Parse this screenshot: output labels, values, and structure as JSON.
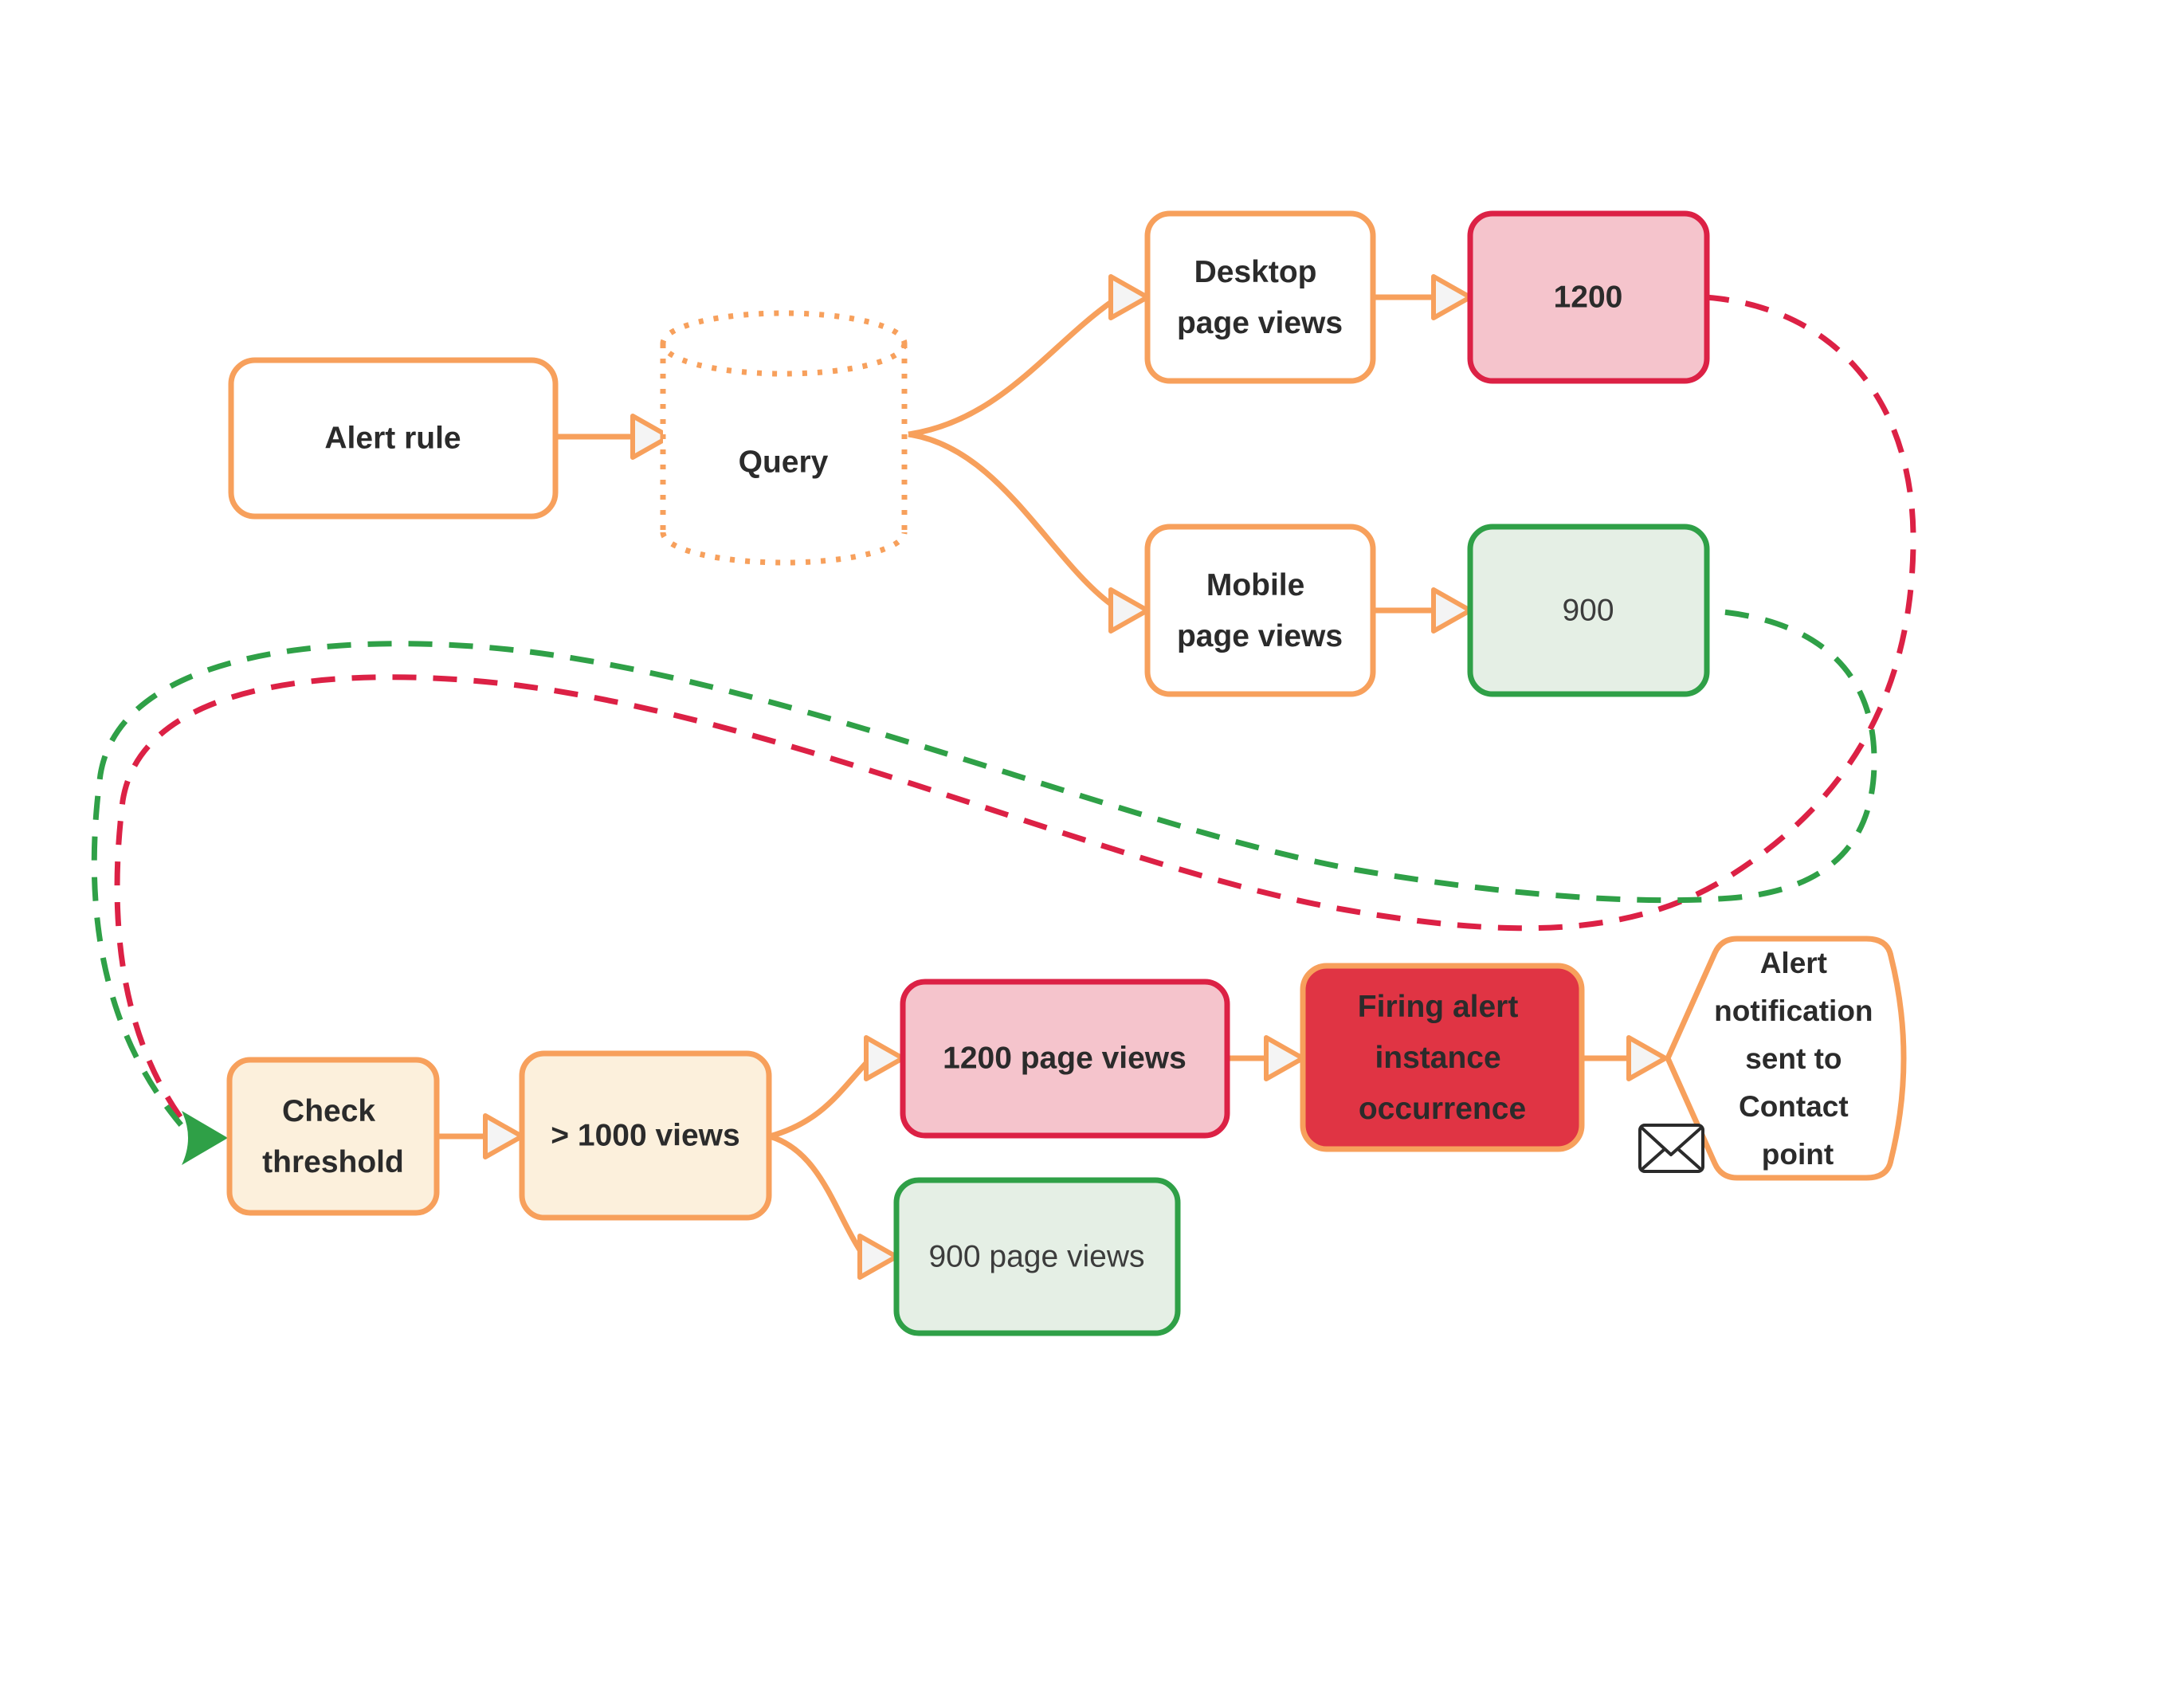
{
  "palette": {
    "background": "#ffffff",
    "orange": "#F7A05C",
    "crimson": "#DC2145",
    "pink": "#F5C4CC",
    "green": "#2FA047",
    "light_green": "#E5EFE5",
    "cream": "#FCF0DC",
    "firing_red": "#E03444",
    "ink": "#2B2B2B",
    "ink_soft": "#3C3C3C",
    "arrow_fill": "#F4F4F4",
    "icon_ink": "#2B2B2B"
  },
  "nodes": {
    "alert_rule": {
      "lines": [
        "Alert rule"
      ]
    },
    "query": {
      "lines": [
        "Query"
      ]
    },
    "desktop": {
      "lines": [
        "Desktop",
        "page views"
      ]
    },
    "desktop_value": {
      "lines": [
        "1200"
      ]
    },
    "mobile": {
      "lines": [
        "Mobile",
        "page views"
      ]
    },
    "mobile_value": {
      "lines": [
        "900"
      ]
    },
    "check_threshold": {
      "lines": [
        "Check",
        "threshold"
      ]
    },
    "condition": {
      "lines": [
        "> 1000 views"
      ]
    },
    "breach": {
      "lines": [
        "1200 page views"
      ]
    },
    "firing": {
      "lines": [
        "Firing alert",
        "instance",
        "occurrence"
      ]
    },
    "normal": {
      "lines": [
        "900 page views"
      ]
    },
    "notification": {
      "lines": [
        "Alert",
        "notification",
        "sent to",
        "Contact",
        "point"
      ]
    }
  },
  "icons": {
    "envelope": "email-notification",
    "database": "query-data-store"
  }
}
